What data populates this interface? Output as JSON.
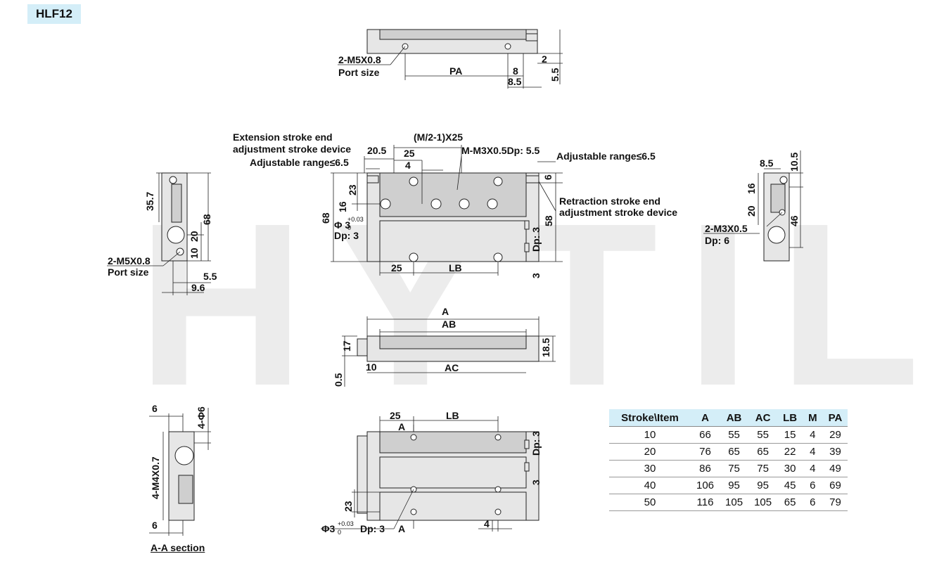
{
  "model": "HLF12",
  "watermark": "HYTIL",
  "top_view": {
    "port_callout": "2-M5X0.8",
    "port_caption": "Port size",
    "dims": {
      "pa": "PA",
      "d8": "8",
      "d8_5": "8.5",
      "d2": "2",
      "d5_5": "5.5"
    }
  },
  "side_left": {
    "dims": {
      "d35_7": "35.7",
      "d68": "68",
      "d20": "20",
      "d10": "10",
      "d5_5": "5.5",
      "d9_6": "9.6"
    },
    "port_callout": "2-M5X0.8",
    "port_caption": "Port size"
  },
  "main_view": {
    "ext_label_1": "Extension stroke end",
    "ext_label_2": "adjustment stroke device",
    "adj_left": "Adjustable range≤6.5",
    "adj_right": "Adjustable range≤6.5",
    "ret_label_1": "Retraction stroke end",
    "ret_label_2": "adjustment stroke device",
    "pitch": "(M/2-1)X25",
    "thread": "M-M3X0.5Dp: 5.5",
    "dims": {
      "d20_5": "20.5",
      "d25": "25",
      "d4": "4",
      "d23": "23",
      "d16": "16",
      "d68": "68",
      "d58": "58",
      "d6": "6",
      "dp3": "Dp: 3",
      "lb": "LB",
      "d25b": "25"
    },
    "phi_text": "Φ 3",
    "tol_plus": "+0.03",
    "tol_zero": "0",
    "dp_text": "Dp: 3",
    "hole_right": "3",
    "dp_right": "Dp: 3"
  },
  "side_right": {
    "dims": {
      "d8_5": "8.5",
      "d10_5": "10.5",
      "d16": "16",
      "d20": "20",
      "d46": "46"
    },
    "callout": "2-M3X0.5",
    "callout_dp": "Dp: 6"
  },
  "front_view": {
    "dims": {
      "a": "A",
      "ab": "AB",
      "ac": "AC",
      "d17": "17",
      "d18_5": "18.5",
      "d10": "10",
      "d0_5": "0.5"
    }
  },
  "section_view": {
    "dims": {
      "d6_top": "6",
      "phi4_6": "4-Φ6",
      "m4": "4-M4X0.7",
      "d6_bot": "6"
    },
    "label": "A-A section"
  },
  "bottom_view": {
    "dims": {
      "d25": "25",
      "lb": "LB",
      "d23": "23",
      "d4": "4",
      "dp3": "Dp: 3",
      "three": "3"
    },
    "sect_a": "A",
    "sect_a2": "A",
    "phi_text": "Φ3",
    "tol_plus": "+0.03",
    "tol_zero": "0",
    "dp_text": "Dp: 3"
  },
  "stroke_table": {
    "headers": [
      "Stroke\\Item",
      "A",
      "AB",
      "AC",
      "LB",
      "M",
      "PA"
    ],
    "rows": [
      [
        "10",
        "66",
        "55",
        "55",
        "15",
        "4",
        "29"
      ],
      [
        "20",
        "76",
        "65",
        "65",
        "22",
        "4",
        "39"
      ],
      [
        "30",
        "86",
        "75",
        "75",
        "30",
        "4",
        "49"
      ],
      [
        "40",
        "106",
        "95",
        "95",
        "45",
        "6",
        "69"
      ],
      [
        "50",
        "116",
        "105",
        "105",
        "65",
        "6",
        "79"
      ]
    ]
  }
}
